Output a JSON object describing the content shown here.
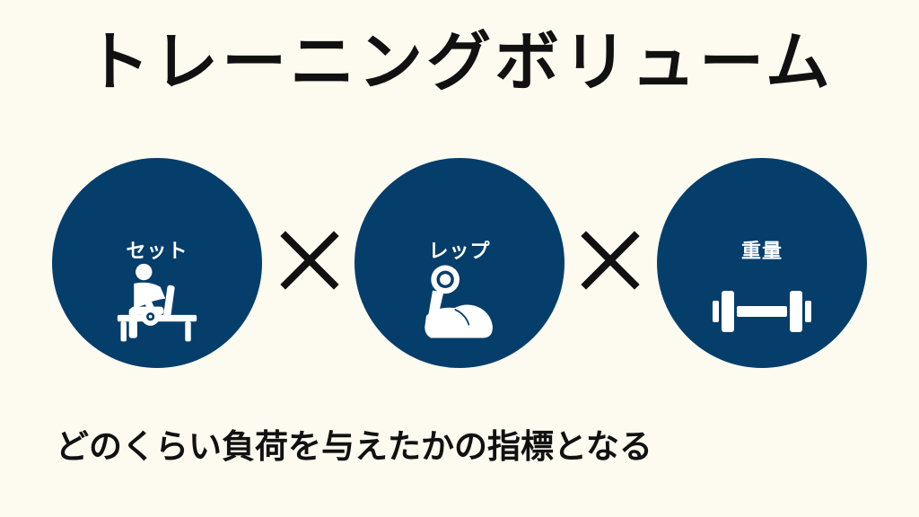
{
  "title": "トレーニングボリューム",
  "factors": [
    {
      "label": "セット",
      "icon": "bench-dumbbell-person-icon"
    },
    {
      "label": "レップ",
      "icon": "flexed-arm-dumbbell-icon"
    },
    {
      "label": "重量",
      "icon": "dumbbell-icon"
    }
  ],
  "operator": "×",
  "subtitle": "どのくらい負荷を与えたかの指標となる",
  "colors": {
    "background": "#fdfbf0",
    "circle": "#053e6b",
    "text": "#111111",
    "icon": "#ffffff"
  }
}
